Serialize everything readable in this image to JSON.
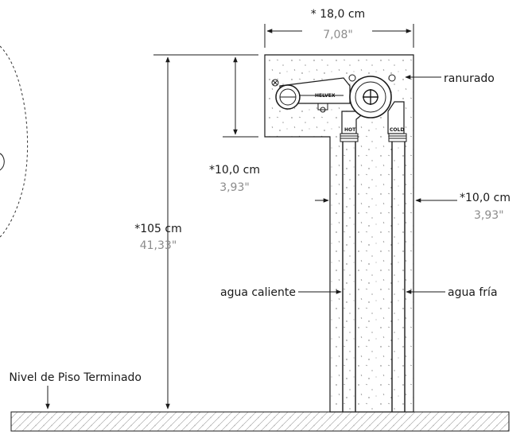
{
  "dimensions": {
    "width": {
      "cm": "* 18,0 cm",
      "inch": "7,08\""
    },
    "height": {
      "cm": "*105 cm",
      "inch": "41,33\""
    },
    "box_depth": {
      "cm": "*10,0 cm",
      "inch": "3,93\""
    },
    "pipe_spacing": {
      "cm": "*10,0 cm",
      "inch": "3,93\""
    }
  },
  "labels": {
    "groove": "ranurado",
    "hot_water": "agua caliente",
    "cold_water": "agua fría",
    "floor": "Nivel de Piso Terminado",
    "brand": "HELVEX",
    "hot_mark": "HOT",
    "cold_mark": "COLD"
  },
  "colors": {
    "line": "#1a1a1a",
    "secondary_text": "#8c8c8c"
  }
}
